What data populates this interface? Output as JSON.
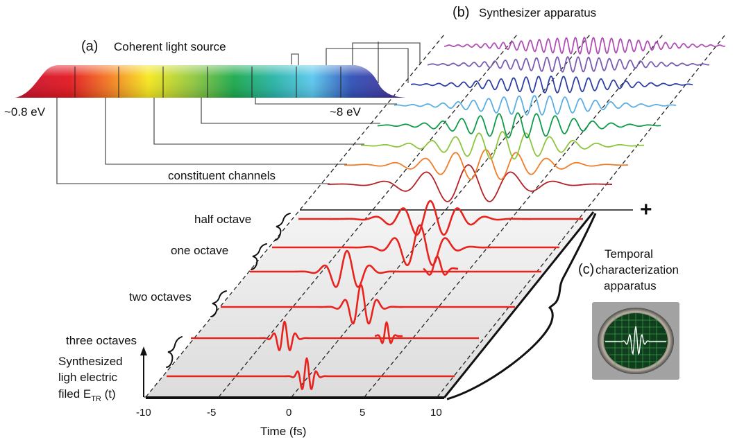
{
  "panel_a": {
    "letter": "(a)",
    "title": "Coherent light source",
    "low_energy": "~0.8 eV",
    "high_energy": "~8 eV",
    "channels_label": "constituent channels"
  },
  "panel_b": {
    "letter": "(b)",
    "title": "Synthesizer apparatus"
  },
  "panel_c": {
    "letter": "(c)",
    "title_line1": "Temporal",
    "title_line2": "characterization",
    "title_line3": "apparatus"
  },
  "plus_sign": "+",
  "waveforms": [
    {
      "label": "half octave"
    },
    {
      "label": "one octave"
    },
    {
      "label": "two octaves"
    },
    {
      "label": "three octaves"
    },
    {
      "label": ""
    }
  ],
  "axis": {
    "xlabel": "Time (fs)",
    "ticks": [
      "-10",
      "-5",
      "0",
      "5",
      "10"
    ],
    "ylabel_line1": "Synthesized",
    "ylabel_line2": "ligh electric",
    "ylabel_line3": "filed E",
    "ylabel_sub": "TR",
    "ylabel_tail": " (t)"
  },
  "channel_colors": [
    "#b32127",
    "#f07c28",
    "#8cc63f",
    "#0e9a48",
    "#5aaee1",
    "#2e3fa3",
    "#7a5bb2",
    "#b04fb6"
  ],
  "colors": {
    "waveform": "#e8231d",
    "plane": "#e6e6e6"
  }
}
